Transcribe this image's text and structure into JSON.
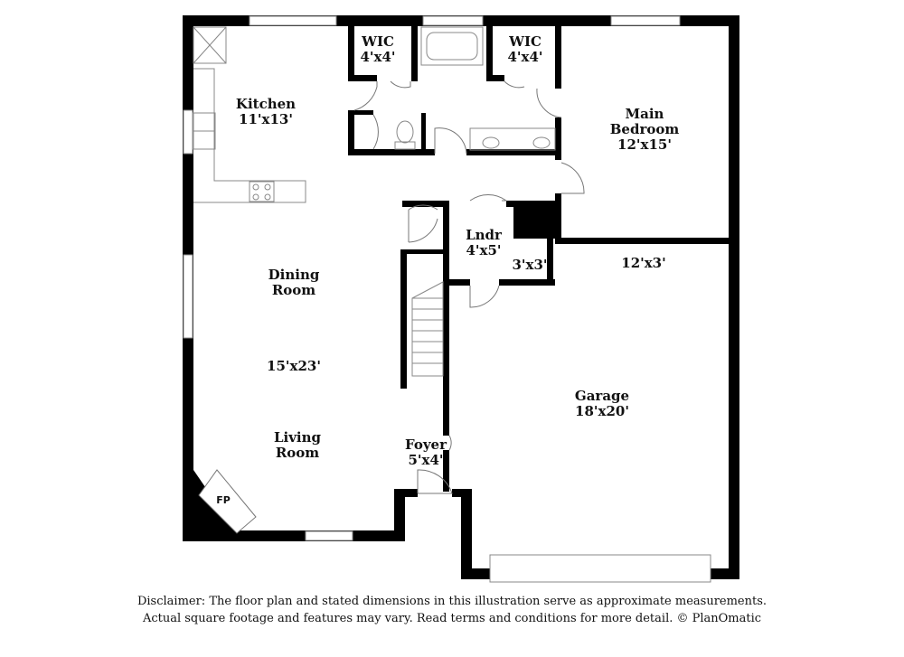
{
  "rooms": {
    "wic_left": {
      "name": "WIC",
      "size": "4'x4'"
    },
    "wic_right": {
      "name": "WIC",
      "size": "4'x4'"
    },
    "kitchen": {
      "name": "Kitchen",
      "size": "11'x13'"
    },
    "main_bedroom": {
      "name_line1": "Main",
      "name_line2": "Bedroom",
      "size": "12'x15'"
    },
    "laundry": {
      "name": "Lndr",
      "size": "4'x5'"
    },
    "closet": {
      "size": "3'x3'"
    },
    "storage": {
      "size": "12'x3'"
    },
    "dining": {
      "name_line1": "Dining",
      "name_line2": "Room"
    },
    "living_dining_size": "15'x23'",
    "living": {
      "name_line1": "Living",
      "name_line2": "Room"
    },
    "foyer": {
      "name": "Foyer",
      "size": "5'x4'"
    },
    "garage": {
      "name": "Garage",
      "size": "18'x20'"
    },
    "fireplace": {
      "name": "FP"
    }
  },
  "disclaimer": {
    "line1": "Disclaimer: The floor plan and stated dimensions in this illustration serve as approximate measurements.",
    "line2": "Actual square footage and features may vary. Read terms and conditions for more detail. © PlanOmatic"
  }
}
